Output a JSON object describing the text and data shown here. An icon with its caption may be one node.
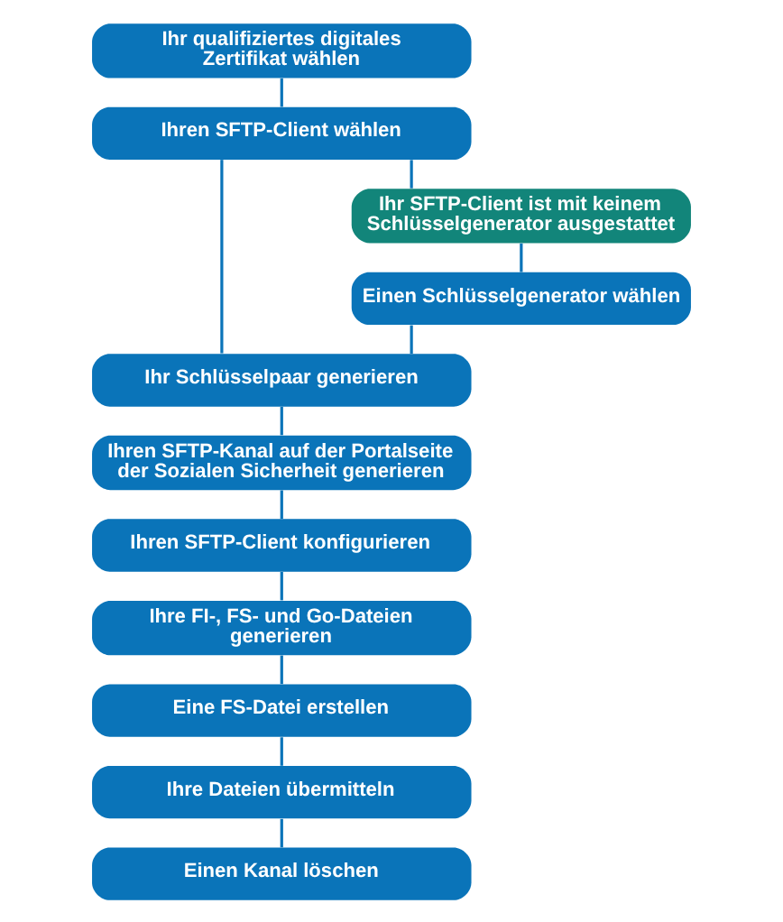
{
  "diagram": {
    "nodes": [
      {
        "text": [
          "Ihr qualifiziertes digitales Zertifikat wählen"
        ]
      },
      {
        "text": [
          "Ihren SFTP-Client wählen"
        ]
      },
      {
        "text": [
          "Ihr SFTP-Client ist mit keinem Schlüsselgenerator ausgestattet"
        ]
      },
      {
        "text": [
          "Einen Schlüsselgenerator wählen"
        ]
      },
      {
        "text": [
          "Ihr Schlüsselpaar generieren"
        ]
      },
      {
        "text": [
          "Ihren SFTP-Kanal auf der Portalseite der Sozialen Sicherheit generieren"
        ]
      },
      {
        "text": [
          "Ihren SFTP-Client konfigurieren"
        ]
      },
      {
        "text": [
          "Ihre FI-, FS- und Go-Dateien generieren"
        ]
      },
      {
        "text": [
          "Eine FS-Datei erstellen"
        ]
      },
      {
        "text": [
          "Ihre Dateien übermitteln"
        ]
      },
      {
        "text": [
          "Einen Kanal löschen"
        ]
      }
    ],
    "edges": [
      {
        "from": 0,
        "to": 1,
        "arrow": "none"
      },
      {
        "from": 1,
        "to": 2,
        "arrow": "none"
      },
      {
        "from": 2,
        "to": 3,
        "arrow": "none"
      },
      {
        "from": 1,
        "to": 4,
        "arrow": "none"
      },
      {
        "from": 3,
        "to": 4,
        "arrow": "none"
      },
      {
        "from": 4,
        "to": 5,
        "arrow": "none"
      },
      {
        "from": 5,
        "to": 6,
        "arrow": "none"
      },
      {
        "from": 6,
        "to": 7,
        "arrow": "none"
      },
      {
        "from": 7,
        "to": 8,
        "arrow": "none"
      },
      {
        "from": 8,
        "to": 9,
        "arrow": "none"
      },
      {
        "from": 9,
        "to": 10,
        "arrow": "none"
      }
    ]
  }
}
